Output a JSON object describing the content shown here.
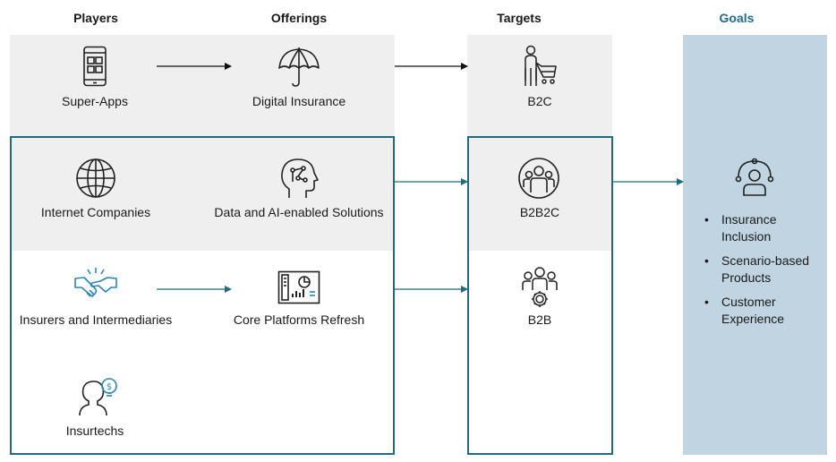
{
  "headers": {
    "players": "Players",
    "offerings": "Offerings",
    "targets": "Targets",
    "goals": "Goals"
  },
  "players": [
    {
      "label": "Super-Apps",
      "icon": "smartphone-icon"
    },
    {
      "label": "Internet Companies",
      "icon": "globe-icon"
    },
    {
      "label": "Insurers and Intermediaries",
      "icon": "handshake-icon"
    },
    {
      "label": "Insurtechs",
      "icon": "person-idea-icon"
    }
  ],
  "offerings": [
    {
      "label": "Digital Insurance",
      "icon": "umbrella-icon"
    },
    {
      "label": "Data and AI-enabled Solutions",
      "icon": "ai-head-icon"
    },
    {
      "label": "Core Platforms Refresh",
      "icon": "dashboard-icon"
    }
  ],
  "targets": [
    {
      "label": "B2C",
      "icon": "shopper-cart-icon"
    },
    {
      "label": "B2B2C",
      "icon": "group-circle-icon"
    },
    {
      "label": "B2B",
      "icon": "group-gear-icon"
    }
  ],
  "goals": {
    "icon": "person-network-icon",
    "items": [
      "Insurance Inclusion",
      "Scenario-based Products",
      "Customer Experience"
    ]
  },
  "colors": {
    "teal": "#1e6b82",
    "gray_panel": "#efefef",
    "goals_panel": "#c0d4e2",
    "icon_accent": "#2a87b8"
  }
}
